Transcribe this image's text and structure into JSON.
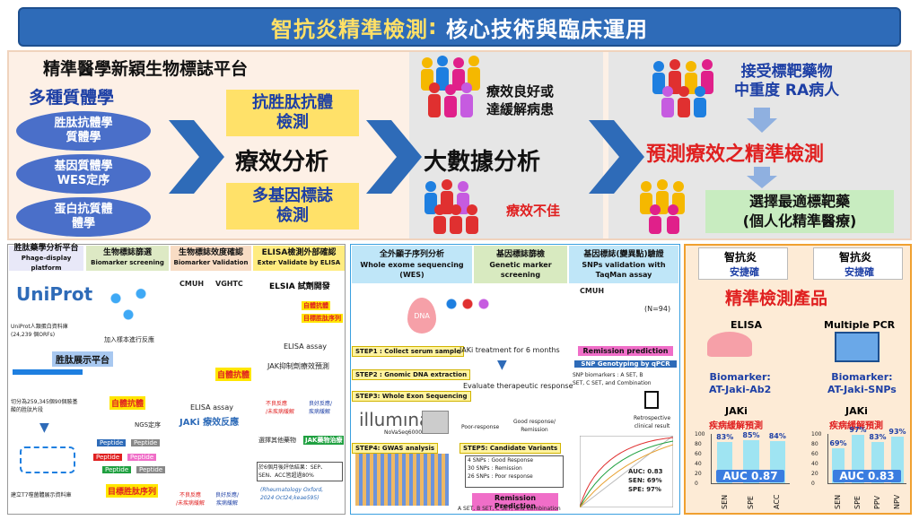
{
  "title": {
    "main": "智抗炎精準檢測",
    "colon": ":",
    "rest": " 核心技術與臨床運用"
  },
  "top": {
    "platform_title": "精準醫學新穎生物標誌平台",
    "multi_omics": "多種質體學",
    "bubbles": [
      "胜肽抗體學\n質體學",
      "基因質體學\nWES定序",
      "蛋白抗質體\n體學"
    ],
    "assay1": "抗胜肽抗體\n檢測",
    "efficacy": "療效分析",
    "assay2": "多基因標誌\n檢測",
    "good_resp": "療效良好或\n達緩解病患",
    "big_data": "大數據分析",
    "poor_resp": "療效不佳",
    "target_patients": "接受標靶藥物\n中重度 RA病人",
    "predict": "預測療效之精準檢測",
    "select": "選擇最適標靶藥\n(個人化精準醫療)"
  },
  "peptide": {
    "heads": [
      {
        "cn": "胜肽藥學分析平台",
        "en": "Phage-display platform"
      },
      {
        "cn": "生物標誌篩選",
        "en": "Biomarker screening"
      },
      {
        "cn": "生物標誌效度確認",
        "en": "Biomarker Validation"
      },
      {
        "cn": "ELISA檢測外部確認",
        "en": "Exter Validate by ELISA"
      }
    ],
    "uniprot": "UniProt",
    "uniprot_desc": "UniProt人類蛋白資料庫\n(24,239 個ORFs)",
    "display_platform": "胜肽展示平台",
    "cut_desc": "切分為259,345個90個胺基\n酸的胜肽片段",
    "build_desc": "建立T7噬菌體展示資料庫",
    "add_sample": "加入樣本進行反應",
    "auto_ab": "自體抗體",
    "ngs": "NGS定序",
    "peptide_label": "Peptide",
    "target_peptide": "目標胜肽序列",
    "cmuh": "CMUH",
    "vghtc": "VGHTC",
    "auto_ab2": "自體抗體",
    "elisa_assay": "ELISA assay",
    "jaki_resp": "JAKi 療效反應",
    "poor_cap": "不良反應\n/未疾病緩解",
    "good_cap": "良好反應/\n疾病緩解",
    "elisa_dev": "ELSIA 試劑開發",
    "auto_ab3": "自體抗體",
    "target_seq": "目標胜肽序列",
    "elisa_assay2": "ELISA assay",
    "jak_predict": "JAK抑制劑療效預測",
    "poor_cap2": "不良反應\n/未疾病緩解",
    "good_cap2": "良好反應/\n疾病緩解",
    "choose_other": "選擇其他藥物",
    "jak_treat": "JAK藥物治療",
    "result": "於6個月後評估結果：SEP、\nSEN、ACC皆超過80%",
    "citation": "(Rheumatology Oxford,\n2024 Oct24;keae595)"
  },
  "wes": {
    "h1": {
      "cn": "全外顯子序列分析",
      "en": "Whole exome sequencing\n(WES)"
    },
    "h2": {
      "cn": "基因標誌篩檢",
      "en": "Genetic marker\nscreening"
    },
    "steps": [
      "STEP1 : Collect serum sample",
      "STEP2 : Gnomic DNA extraction",
      "STEP3: Whole Exon Sequencing",
      "STEP4: GWAS analysis",
      "STEP5: Candidate Variants"
    ],
    "dna": "DNA",
    "illumina": "illumına",
    "novaseq": "NoVaSeq6000",
    "jaki_treat": "JAKi treatment  for 6 months",
    "eval": "Evaluate therapeutic response",
    "poor": "Poor-response",
    "good": "Good response/\nRemission",
    "snps": [
      "4 SNPs : Good Response",
      "30 SNPs : Remission",
      "26 SNPs : Poor response"
    ],
    "remission_pred": "Remission Prediction",
    "sets": "A SET, B SET, C SET, and Combination"
  },
  "snp": {
    "head": {
      "cn": "基因標誌(變異點)驗證",
      "en": "SNPs validation with\nTaqMan assay"
    },
    "cmuh": "CMUH",
    "n": "(N=94)",
    "remission_pred": "Remission prediction",
    "genotyping": "SNP Genotyping by qPCR",
    "biomarkers": "SNP biomarkers : A SET, B\nSET, C SET, and Combination",
    "retro": "Retrospective\nclinical result",
    "auc": "AUC: 0.83",
    "sen": "SEN: 69%",
    "spe": "SPE: 97%"
  },
  "products": {
    "brand": "智抗炎",
    "brand_sub": "安捷確",
    "title": "精準檢測產品",
    "left": {
      "method": "ELISA",
      "biomarker": "Biomarker:\nAT-Jaki-Ab2",
      "jaki": "JAKi",
      "predict": "疾病緩解預測",
      "ticks": [
        "100",
        "80",
        "60",
        "40",
        "20",
        "0"
      ],
      "cats": [
        "SEN",
        "SPE",
        "ACC"
      ],
      "labels": [
        "83%",
        "85%",
        "84%"
      ],
      "auc": "AUC 0.87"
    },
    "right": {
      "method": "Multiple  PCR",
      "biomarker": "Biomarker:\nAT-Jaki-SNPs",
      "jaki": "JAKi",
      "predict": "疾病緩解預測",
      "ticks": [
        "100",
        "80",
        "60",
        "40",
        "20",
        "0"
      ],
      "cats": [
        "SEN",
        "SPE",
        "PPV",
        "NPV"
      ],
      "labels": [
        "69%",
        "97%",
        "83%",
        "93%"
      ],
      "auc": "AUC 0.83"
    }
  },
  "chart_data": [
    {
      "type": "bar",
      "categories": [
        "SEN",
        "SPE",
        "ACC"
      ],
      "values": [
        83,
        85,
        84
      ],
      "ylim": [
        0,
        100
      ],
      "annotation": "AUC 0.87"
    },
    {
      "type": "bar",
      "categories": [
        "SEN",
        "SPE",
        "PPV",
        "NPV"
      ],
      "values": [
        69,
        97,
        83,
        93
      ],
      "ylim": [
        0,
        100
      ],
      "annotation": "AUC 0.83"
    }
  ],
  "colors": {
    "title_bg": "#2e6bb8",
    "title_hl": "#ffe066",
    "top_bg": "#fdf0e6",
    "bubble": "#4a6fc9",
    "yellow": "#ffe169",
    "red": "#e02020",
    "bar": "#9fe4f2",
    "auc": "#3b7de0",
    "pink": "#f06ec8"
  }
}
